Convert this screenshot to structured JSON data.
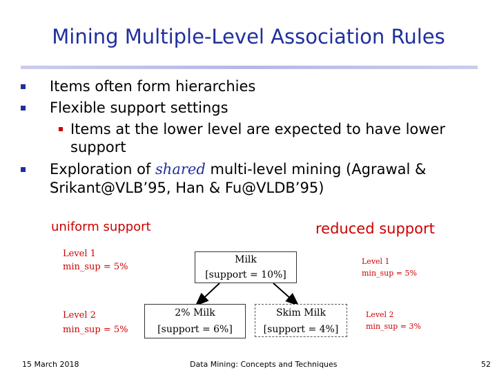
{
  "title": "Mining Multiple-Level Association Rules",
  "bullets": {
    "b1": "Items often form hierarchies",
    "b2": "Flexible support settings",
    "b2_sub1_line1": "Items at the lower level are expected to have lower",
    "b2_sub1_line2": "support",
    "b3_prefix": "Exploration of ",
    "b3_italic": "shared",
    "b3_suffix": " multi-level mining (Agrawal &",
    "b3_line2": "Srikant@VLB’95, Han & Fu@VLDB’95)"
  },
  "diagram": {
    "uniform_label": "uniform support",
    "reduced_label": "reduced support",
    "left_level1": "Level 1",
    "left_level1_sup": "min_sup = 5%",
    "left_level2": "Level 2",
    "left_level2_sup": "min_sup = 5%",
    "right_level1": "Level 1",
    "right_level1_sup": "min_sup = 5%",
    "right_level2": "Level 2",
    "right_level2_sup": "min_sup = 3%",
    "milk_name": "Milk",
    "milk_support": "[support = 10%]",
    "milk2_name": "2% Milk",
    "milk2_support": "[support = 6%]",
    "skim_name": "Skim Milk",
    "skim_support": "[support = 4%]"
  },
  "footer": {
    "date": "15 March 2018",
    "course": "Data Mining: Concepts and Techniques",
    "page": "52"
  },
  "colors": {
    "title": "#1f2f9e",
    "bullet": "#1f2f9e",
    "label": "#cc0000"
  }
}
